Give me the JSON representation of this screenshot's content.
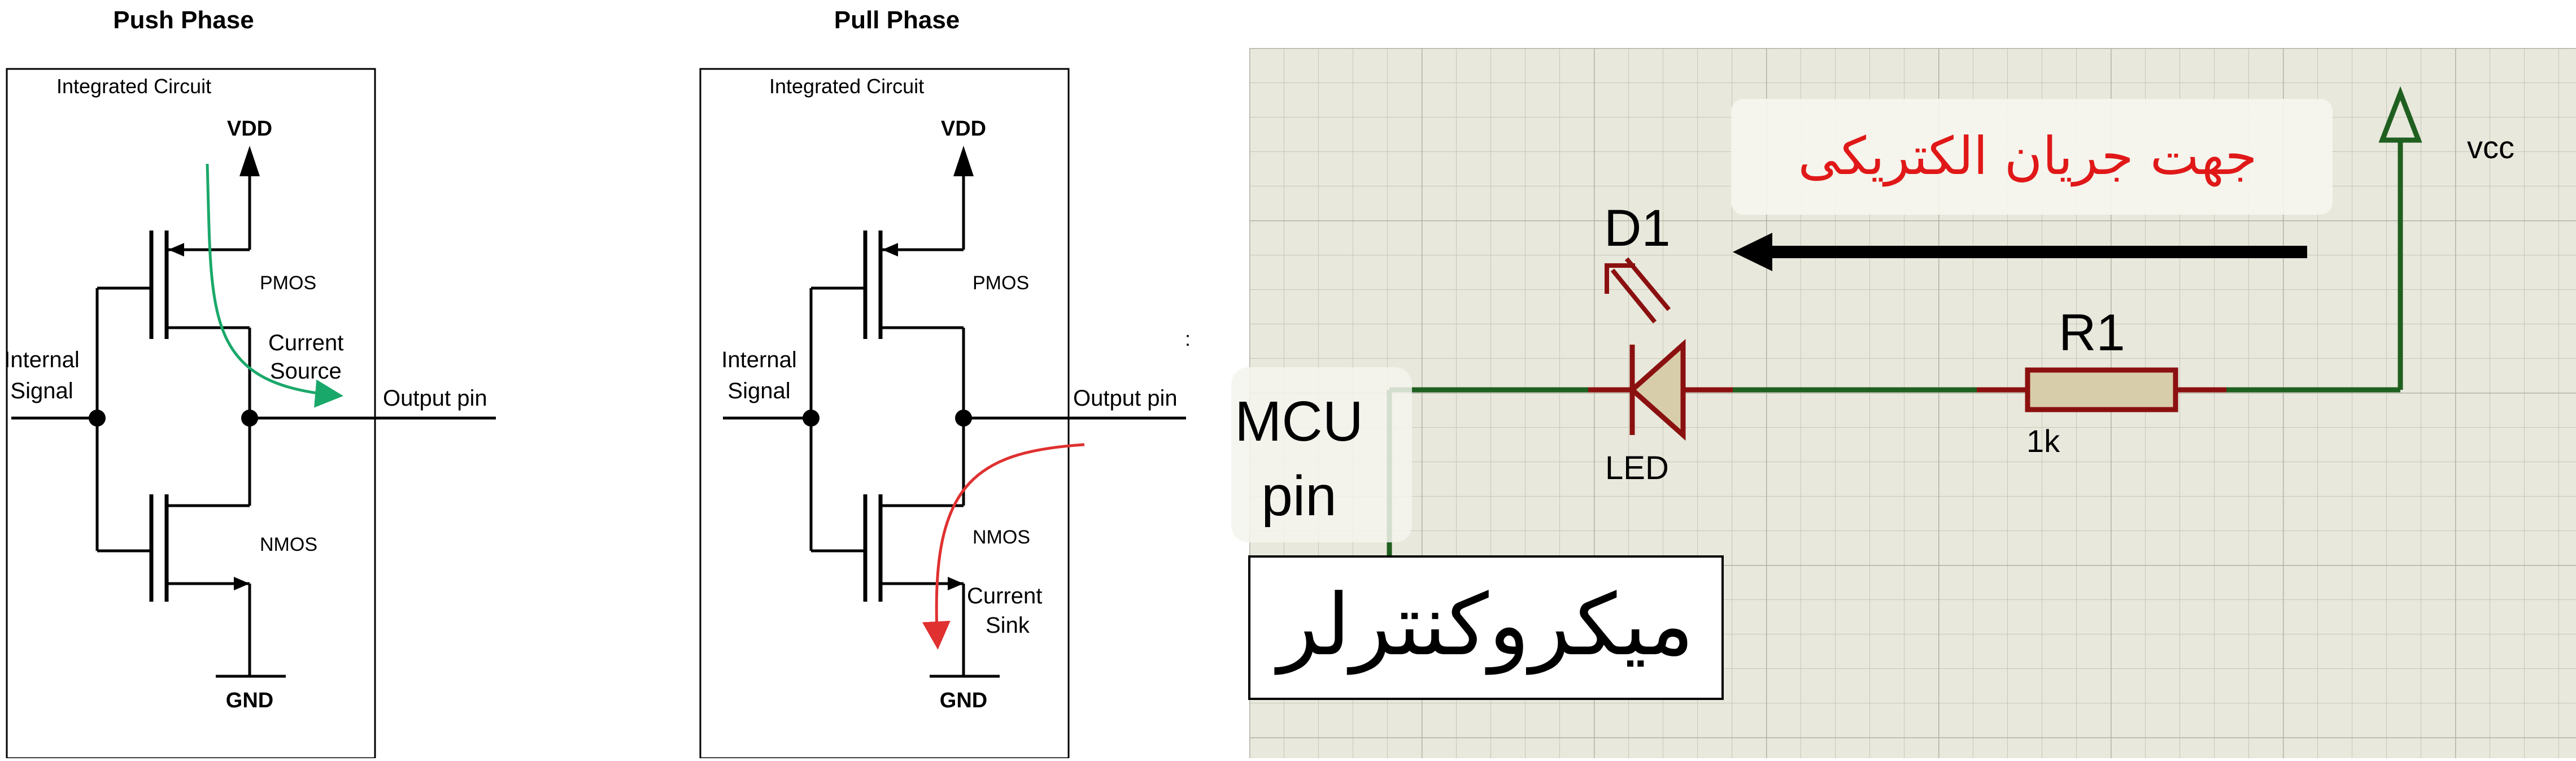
{
  "push": {
    "title": "Push Phase",
    "ic_label": "Integrated Circuit",
    "vdd": "VDD",
    "gnd": "GND",
    "pmos": "PMOS",
    "nmos": "NMOS",
    "internal_line1": "Internal",
    "internal_line2": "Signal",
    "output": "Output pin",
    "current_line1": "Current",
    "current_line2": "Source",
    "current_color": "#1aa86a"
  },
  "pull": {
    "title": "Pull Phase",
    "ic_label": "Integrated Circuit",
    "vdd": "VDD",
    "gnd": "GND",
    "pmos": "PMOS",
    "nmos": "NMOS",
    "internal_line1": "Internal",
    "internal_line2": "Signal",
    "output": "Output pin",
    "current_line1": "Current",
    "current_line2": "Sink",
    "current_color": "#e03030"
  },
  "led_circuit": {
    "current_direction": "جهت جریان الکتریکی",
    "vcc": "vcc",
    "diode_ref": "D1",
    "diode_value": "LED",
    "resistor_ref": "R1",
    "resistor_value": "1k",
    "mcu_line1": "MCU",
    "mcu_line2": "pin",
    "micro_label": "میکروکنترلر",
    "wire_color": "#1f5f1f",
    "component_color": "#8b1010",
    "resistor_fill": "#d8cdaa",
    "text_red": "#e01818",
    "grid_bg": "#e8e8dc"
  }
}
